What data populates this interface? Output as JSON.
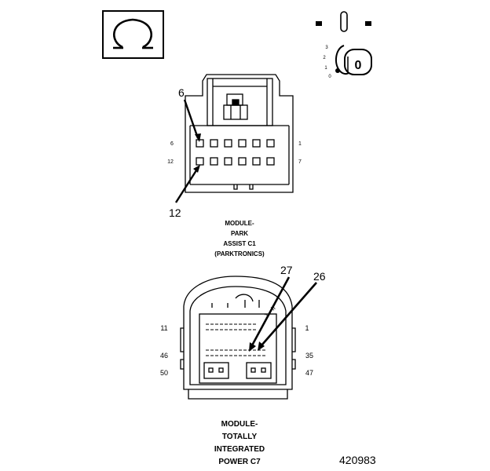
{
  "symbol": {
    "icon": "ohm-icon",
    "glyph": "Ω"
  },
  "ignition_switch": {
    "icon": "ignition-key-icon",
    "key_letter": "0",
    "positions": [
      "3",
      "2",
      "1",
      "0"
    ]
  },
  "connector_c1": {
    "callouts": [
      "6",
      "12"
    ],
    "pin_labels": {
      "top_left": "6",
      "bottom_left": "12",
      "top_right": "1",
      "bottom_right": "7"
    },
    "caption": [
      "MODULE-",
      "PARK",
      "ASSIST C1",
      "(PARKTRONICS)"
    ]
  },
  "connector_c7": {
    "callouts": [
      "27",
      "26"
    ],
    "slot_marks": [
      "1",
      "II"
    ],
    "pin_labels": {
      "l1": "11",
      "l2": "46",
      "l3": "50",
      "r1": "1",
      "r2": "35",
      "r3": "47"
    },
    "caption": [
      "MODULE-",
      "TOTALLY",
      "INTEGRATED",
      "POWER C7"
    ]
  },
  "figure_number": "420983"
}
